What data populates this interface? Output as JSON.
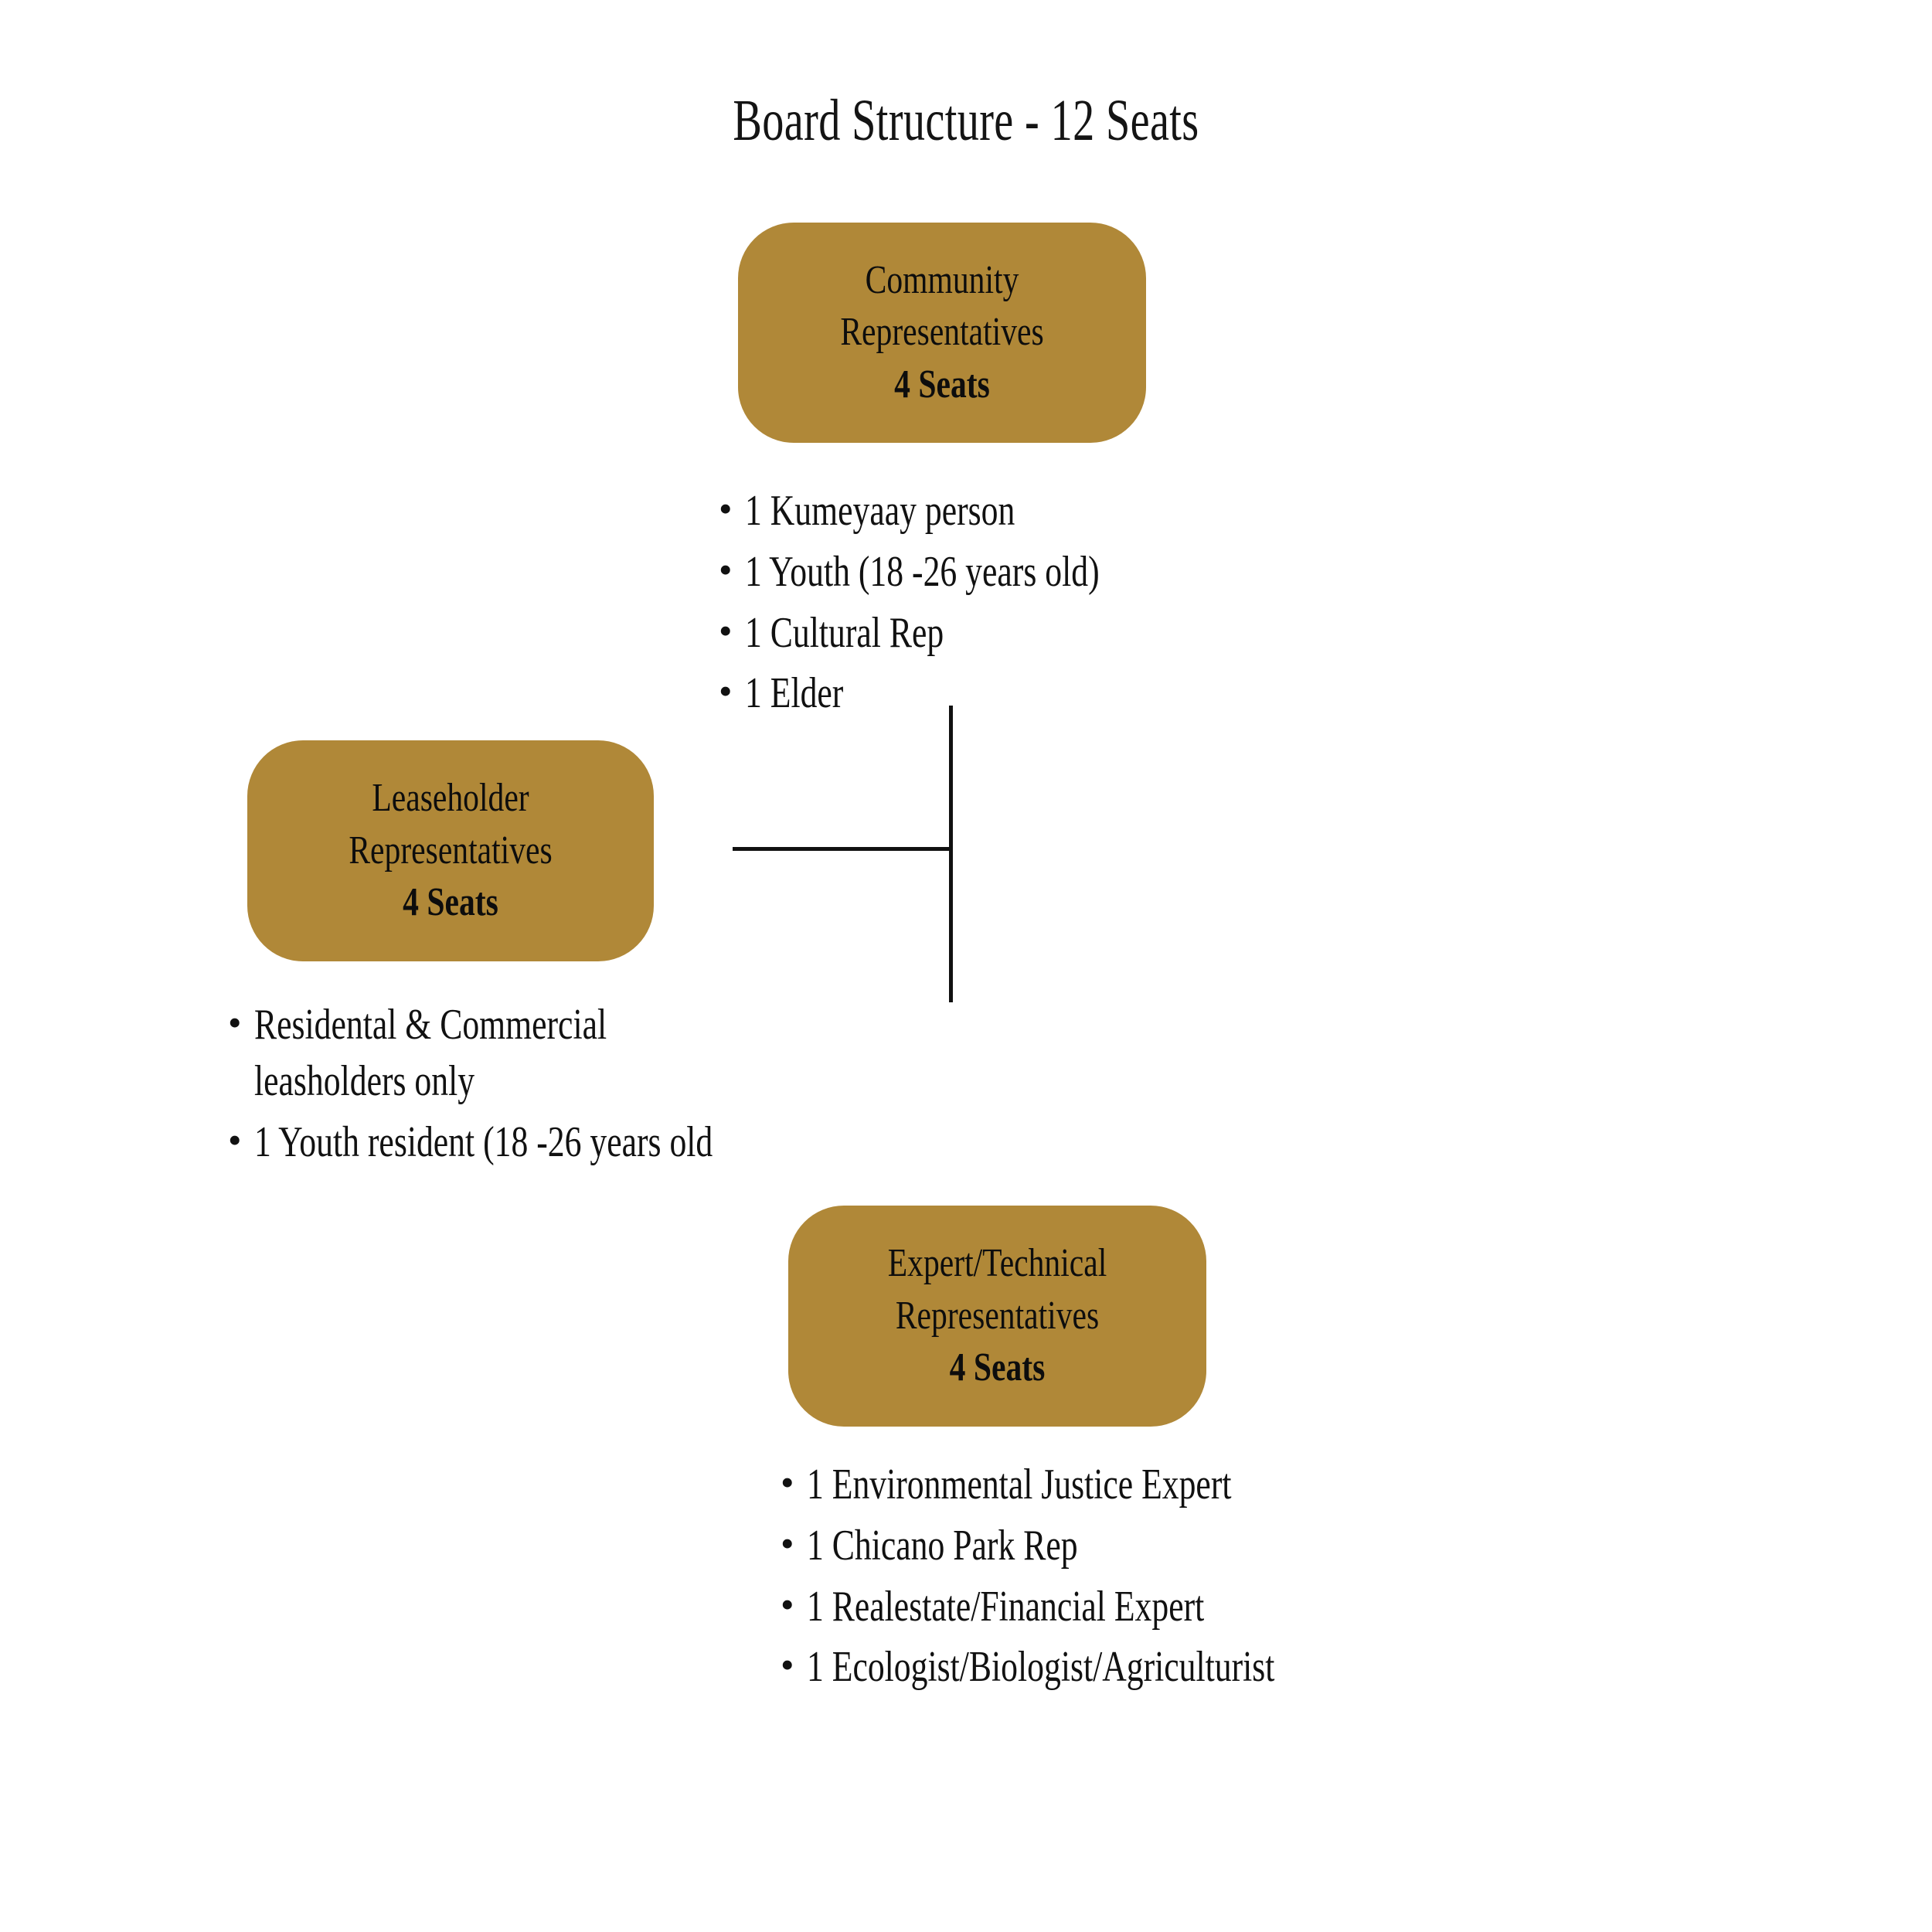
{
  "title": "Board Structure - 12 Seats",
  "theme": {
    "box_fill": "#b08838",
    "text_color": "#111111",
    "background": "#ffffff",
    "connector_color": "#111111"
  },
  "nodes": {
    "community": {
      "line1": "Community",
      "line2": "Representatives",
      "seats": "4 Seats"
    },
    "leaseholder": {
      "line1": "Leaseholder",
      "line2": "Representatives",
      "seats": "4 Seats"
    },
    "expert": {
      "line1": "Expert/Technical",
      "line2": "Representatives",
      "seats": "4 Seats"
    }
  },
  "lists": {
    "community": [
      "1 Kumeyaay person",
      "1 Youth (18 -26 years old)",
      "1 Cultural Rep",
      "1 Elder"
    ],
    "leaseholder": [
      "Residental & Commercial",
      "leasholders only",
      "1 Youth resident (18 -26 years old"
    ],
    "expert": [
      "1 Environmental Justice Expert",
      "1 Chicano Park Rep",
      "1 Realestate/Financial Expert",
      "1 Ecologist/Biologist/Agriculturist"
    ]
  }
}
